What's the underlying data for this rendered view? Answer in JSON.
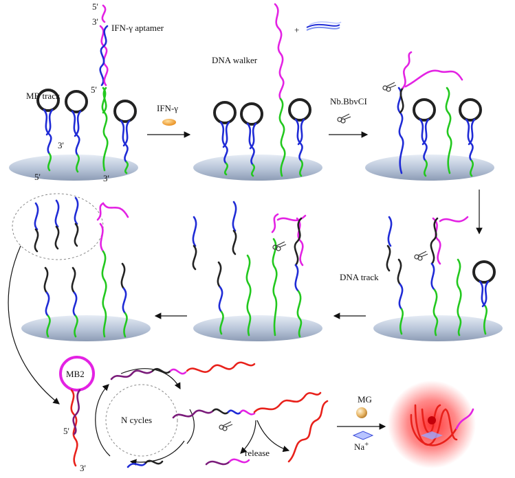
{
  "labels": {
    "five_prime_top": "5'",
    "three_prime_top": "3'",
    "aptamer": "IFN-γ aptamer",
    "five_prime_mid": "5'",
    "mb_track": "MB track",
    "three_prime_a": "3'",
    "five_prime_base": "5'",
    "three_prime_base": "3'",
    "ifn_gamma": "IFN-γ",
    "dna_walker": "DNA walker",
    "plus": "+",
    "enzyme": "Nb.BbvCI",
    "dna_track": "DNA track",
    "mb2": "MB2",
    "mb2_5p": "5'",
    "mb2_3p": "3'",
    "n_cycles": "N cycles",
    "release": "release",
    "mg": "MG",
    "na": "Na",
    "na_sup": "+"
  },
  "colors": {
    "blue": "#1f2bd6",
    "green": "#22c81e",
    "magenta": "#e322e3",
    "black": "#222222",
    "red": "#e8211b",
    "purple": "#7a1b7a",
    "platform": "#aab8cf",
    "glow": "#ff2a2a"
  },
  "icons": {
    "protein": "ifn-gamma-protein-icon",
    "scissors": "scissors-icon",
    "mg_ball": "malachite-green-icon",
    "na_plate": "sodium-ion-icon"
  }
}
